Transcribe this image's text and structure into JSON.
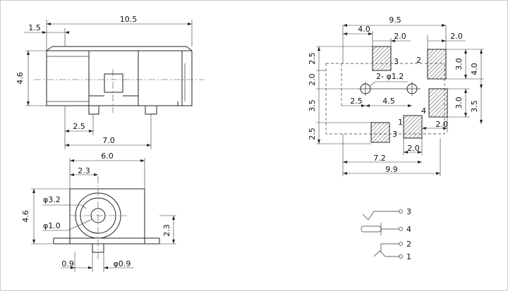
{
  "side_view": {
    "dims": {
      "total_length": "10.5",
      "front_offset": "1.5",
      "height": "4.6",
      "pin_offset": "2.5",
      "pin_span": "7.0"
    }
  },
  "front_view": {
    "dims": {
      "width": "6.0",
      "hole_offset": "2.3",
      "outer_diameter": "φ3.2",
      "inner_diameter": "φ1.0",
      "height": "4.6",
      "center_height": "2.3",
      "tab_width": "0.9",
      "pin_diameter": "φ0.9"
    }
  },
  "footprint": {
    "dims": {
      "top_width": "9.5",
      "pad3_offset": "4.0",
      "pad_width_a": "2.0",
      "pad_width_b": "2.0",
      "left_2_5_top": "2.5",
      "left_2_0": "2.0",
      "left_3_5": "3.5",
      "left_2_5_bottom": "2.5",
      "right_3_0_top": "3.0",
      "right_4_0": "4.0",
      "right_3_0_bottom": "3.0",
      "right_3_5": "3.5",
      "hole_note": "2- φ1.2",
      "hole_x_offset": "2.5",
      "hole_spacing": "4.5",
      "pad_width_c": "2.0",
      "pad_width_d": "2.0",
      "span_7_2": "7.2",
      "total_9_9": "9.9"
    },
    "pad_labels": {
      "pad3_top": "3",
      "pad2": "2",
      "pad4": "4",
      "pad1": "1",
      "pad3_bottom": "3"
    }
  },
  "schematic": {
    "pins": [
      "3",
      "4",
      "2",
      "1"
    ]
  }
}
